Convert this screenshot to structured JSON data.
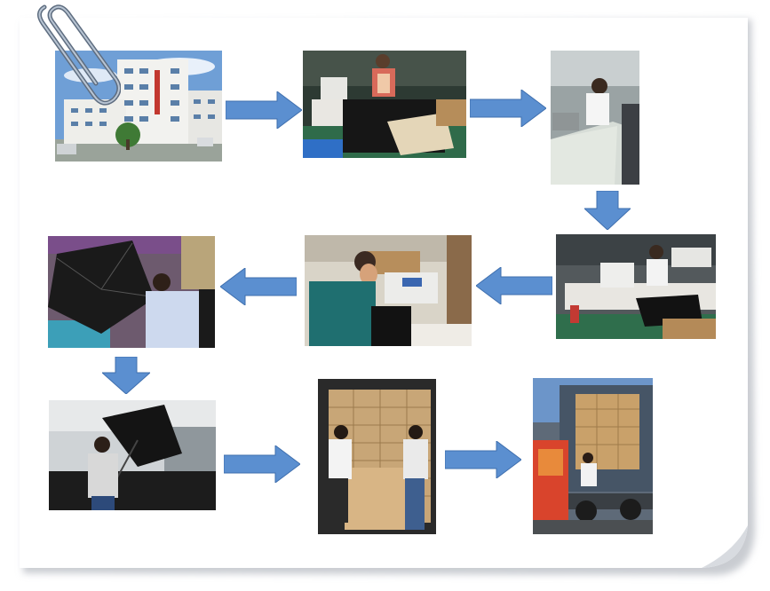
{
  "colors": {
    "arrow_fill": "#5b8fd0",
    "arrow_stroke": "#3f6fae",
    "card": "#ffffff",
    "frame_bg": "#eef1f5"
  },
  "icons": {
    "clip": "paperclip-icon",
    "arrow": "arrow-icon"
  },
  "steps": [
    {
      "subject": "factory-building"
    },
    {
      "subject": "fabric-cutting"
    },
    {
      "subject": "pattern-layout"
    },
    {
      "subject": "sewing-machine"
    },
    {
      "subject": "stitching-worker"
    },
    {
      "subject": "umbrella-assembly"
    },
    {
      "subject": "quality-inspection"
    },
    {
      "subject": "carton-packing"
    },
    {
      "subject": "container-loading"
    }
  ]
}
